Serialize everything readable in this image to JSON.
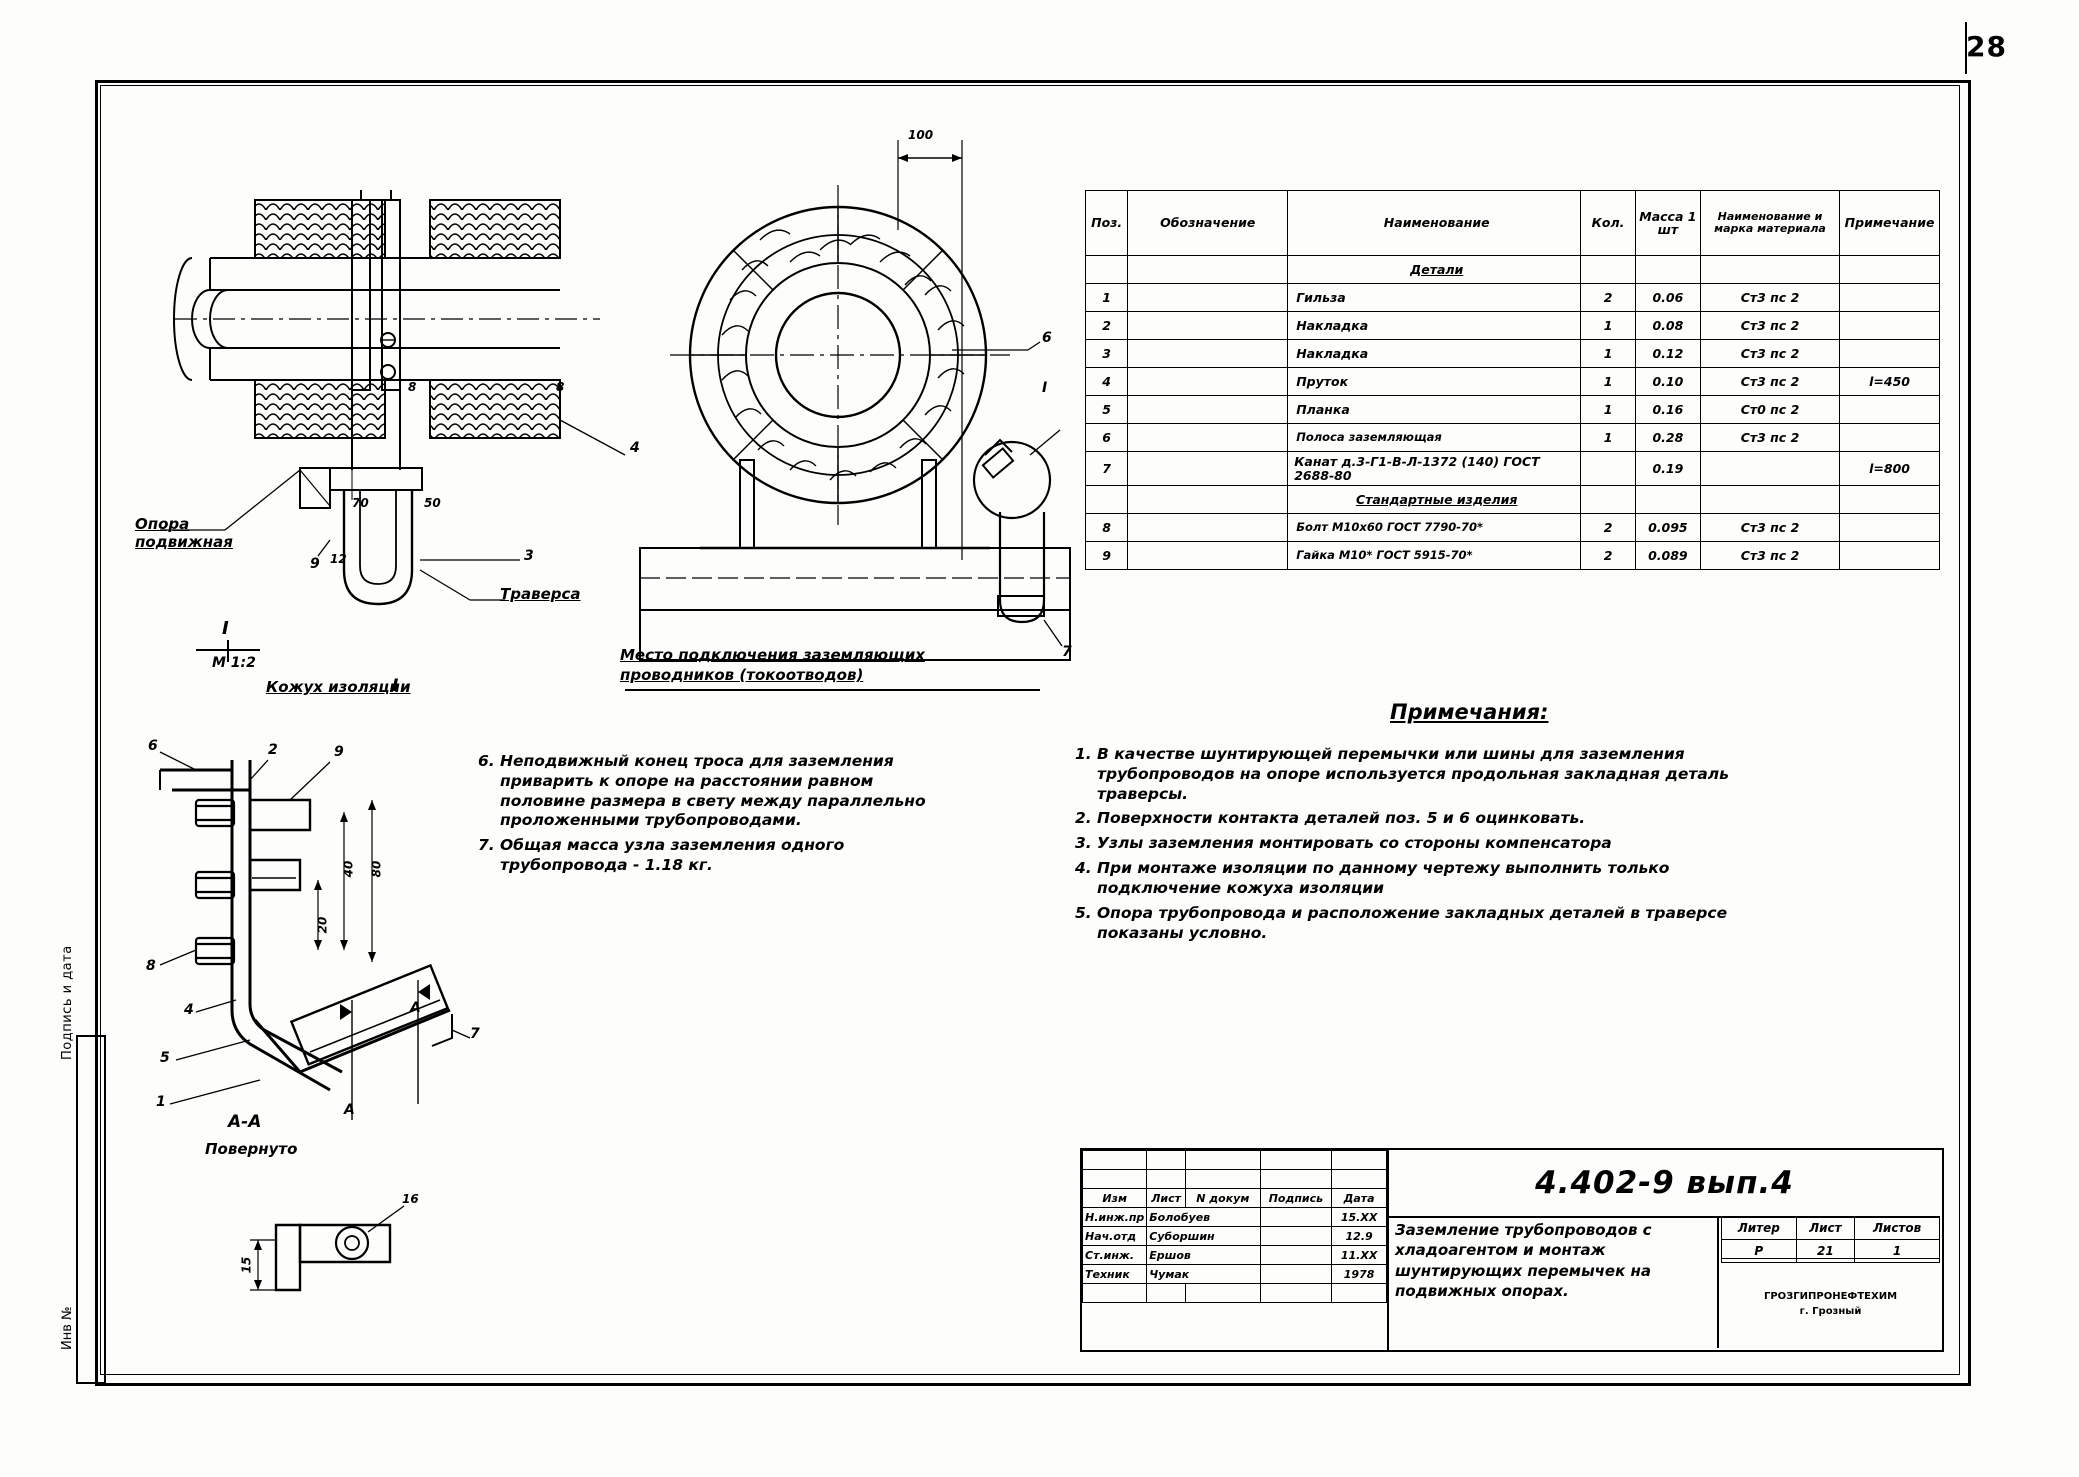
{
  "sheet": {
    "page_number": "28",
    "left_margin_text": "Подпись и дата",
    "left_margin_text2": "Инв №"
  },
  "spec_table": {
    "headers": {
      "pos": "Поз.",
      "designation": "Обозначение",
      "name": "Наименование",
      "qty": "Кол.",
      "mass": "Масса 1 шт",
      "material": "Наименование и марка материала",
      "note": "Примечание"
    },
    "section_details": "Детали",
    "section_standard": "Стандартные изделия",
    "rows": [
      {
        "pos": "1",
        "designation": "",
        "name": "Гильза",
        "qty": "2",
        "mass": "0.06",
        "material": "Ст3 пс 2",
        "note": ""
      },
      {
        "pos": "2",
        "designation": "",
        "name": "Накладка",
        "qty": "1",
        "mass": "0.08",
        "material": "Ст3 пс 2",
        "note": ""
      },
      {
        "pos": "3",
        "designation": "",
        "name": "Накладка",
        "qty": "1",
        "mass": "0.12",
        "material": "Ст3 пс 2",
        "note": ""
      },
      {
        "pos": "4",
        "designation": "",
        "name": "Пруток",
        "qty": "1",
        "mass": "0.10",
        "material": "Ст3 пс 2",
        "note": "l=450"
      },
      {
        "pos": "5",
        "designation": "",
        "name": "Планка",
        "qty": "1",
        "mass": "0.16",
        "material": "Ст0 пс 2",
        "note": ""
      },
      {
        "pos": "6",
        "designation": "",
        "name": "Полоса заземляющая",
        "qty": "1",
        "mass": "0.28",
        "material": "Ст3 пс 2",
        "note": ""
      },
      {
        "pos": "7",
        "designation": "",
        "name": "Канат д.3-Г1-В-Л-1372 (140) ГОСТ 2688-80",
        "qty": "",
        "mass": "0.19",
        "material": "",
        "note": "l=800"
      },
      {
        "pos": "8",
        "designation": "",
        "name": "Болт М10х60 ГОСТ 7790-70*",
        "qty": "2",
        "mass": "0.095",
        "material": "Ст3 пс 2",
        "note": ""
      },
      {
        "pos": "9",
        "designation": "",
        "name": "Гайка М10* ГОСТ 5915-70*",
        "qty": "2",
        "mass": "0.089",
        "material": "Ст3 пс 2",
        "note": ""
      }
    ]
  },
  "notes_left": [
    {
      "num": "6.",
      "text": "Неподвижный конец троса для заземления приварить к опоре на расстоянии равном половине размера в свету между параллельно проложенными трубопроводами."
    },
    {
      "num": "7.",
      "text": "Общая масса узла заземления одного трубопровода - 1.18 кг."
    }
  ],
  "notes_right": {
    "title": "Примечания:",
    "items": [
      {
        "num": "1.",
        "text": "В качестве шунтирующей перемычки или шины для заземления трубопроводов на опоре используется продольная закладная деталь траверсы."
      },
      {
        "num": "2.",
        "text": "Поверхности контакта деталей поз. 5 и 6  оцинковать."
      },
      {
        "num": "3.",
        "text": "Узлы заземления монтировать со стороны компенсатора"
      },
      {
        "num": "4.",
        "text": "При монтаже изоляции по данному чертежу выполнить только подключение кожуха изоляции"
      },
      {
        "num": "5.",
        "text": "Опора трубопровода и расположение закладных деталей в траверсе показаны условно."
      }
    ]
  },
  "drawing_labels": {
    "support_moving": "Опора подвижная",
    "traverse": "Траверса",
    "ground_connection": "Место подключения заземляющих проводников (токоотводов)",
    "section_I": "I",
    "section_I_scale": "М 1:2",
    "insulation_casing": "Кожух изоляции",
    "section_AA": "А-А",
    "section_AA_note": "Повернуто",
    "letter_A": "А",
    "marks": [
      "1",
      "2",
      "3",
      "4",
      "5",
      "6",
      "7",
      "8",
      "9"
    ],
    "dims": {
      "d100": "100",
      "d70": "70",
      "d50": "50",
      "d8a": "8",
      "d8b": "8",
      "d12": "12",
      "d80": "80",
      "d40": "40",
      "d20": "20",
      "d15": "15",
      "d16": "16"
    }
  },
  "title_block": {
    "col_headers": [
      "Изм",
      "Лист",
      "N докум",
      "Подпись",
      "Дата"
    ],
    "rows": [
      {
        "role": "Н.инж.пр",
        "name": "Болобуев",
        "sign": "",
        "date": "15.XX"
      },
      {
        "role": "Нач.отд",
        "name": "Суборшин",
        "sign": "",
        "date": "12.9"
      },
      {
        "role": "Ст.инж.",
        "name": "Ершов",
        "sign": "",
        "date": "11.XX"
      },
      {
        "role": "Техник",
        "name": "Чумак",
        "sign": "",
        "date": "1978"
      }
    ],
    "code": "4.402-9 вып.4",
    "drawing_name": "Заземление трубопроводов с хладоагентом и монтаж шунтирующих перемычек на подвижных опорах.",
    "lit_header": "Литер",
    "sheet_header": "Лист",
    "sheets_header": "Листов",
    "lit_value": "Р",
    "sheet_value": "21",
    "sheets_value": "1",
    "org_line1": "ГРОЗГИПРОНЕФТЕХИМ",
    "org_line2": "г. Грозный"
  }
}
